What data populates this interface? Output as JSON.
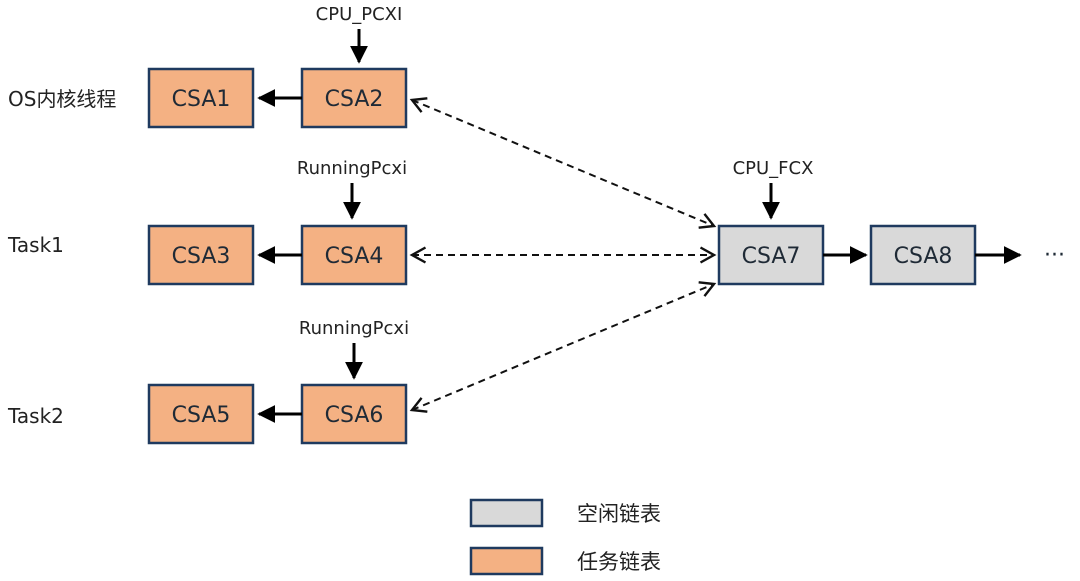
{
  "colors": {
    "task_fill": "#F4B183",
    "free_fill": "#D9D9D9",
    "box_stroke": "#1F3A5F",
    "arrow": "#000000",
    "dashed": "#111111"
  },
  "rows": [
    {
      "label": "OS内核线程",
      "head_pointer": "CPU_PCXI",
      "csa_left": "CSA1",
      "csa_right": "CSA2"
    },
    {
      "label": "Task1",
      "head_pointer": "RunningPcxi",
      "csa_left": "CSA3",
      "csa_right": "CSA4"
    },
    {
      "label": "Task2",
      "head_pointer": "RunningPcxi",
      "csa_left": "CSA5",
      "csa_right": "CSA6"
    }
  ],
  "free_list": {
    "head_pointer": "CPU_FCX",
    "nodes": [
      "CSA7",
      "CSA8"
    ],
    "continuation": "···"
  },
  "legend": [
    {
      "label": "空闲链表",
      "kind": "free"
    },
    {
      "label": "任务链表",
      "kind": "task"
    }
  ]
}
